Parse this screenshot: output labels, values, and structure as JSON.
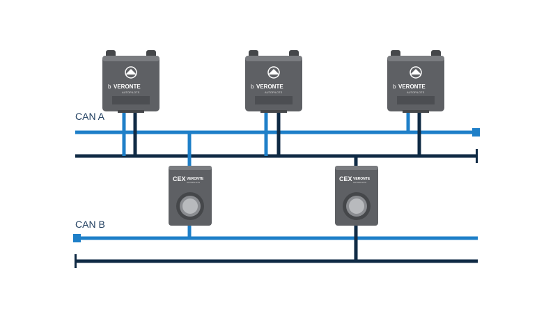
{
  "buses": [
    {
      "id": "can-a",
      "label": "CAN A",
      "colors": {
        "high": "#1e7fc8",
        "low": "#0f2a44"
      }
    },
    {
      "id": "can-b",
      "label": "CAN B",
      "colors": {
        "high": "#1e7fc8",
        "low": "#0f2a44"
      }
    }
  ],
  "upper_devices": [
    {
      "brand": "VERONTE",
      "prefix": "b",
      "sub": "AUTOPILOTS"
    },
    {
      "brand": "VERONTE",
      "prefix": "b",
      "sub": "AUTOPILOTS"
    },
    {
      "brand": "VERONTE",
      "prefix": "b",
      "sub": "AUTOPILOTS"
    }
  ],
  "lower_devices": [
    {
      "brand": "VERONTE",
      "prefix": "CEX",
      "sub": "AUTOPILOTS"
    },
    {
      "brand": "VERONTE",
      "prefix": "CEX",
      "sub": "AUTOPILOTS"
    }
  ],
  "colors": {
    "device_body": "#5e6064",
    "device_dark": "#45474a",
    "device_light": "#7a7c80",
    "background": "#ffffff"
  }
}
